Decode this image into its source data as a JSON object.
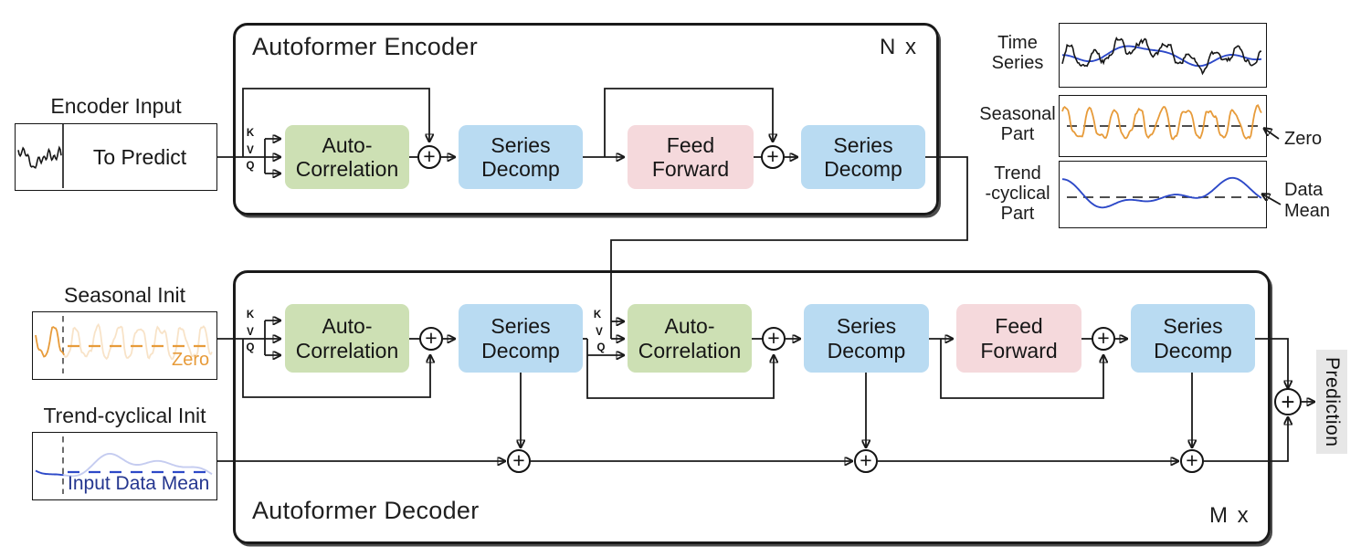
{
  "plus": "+",
  "colors": {
    "auto_correlation_green": "#cde0b4",
    "series_decomp_blue": "#b9dbf2",
    "feed_forward_pink": "#f5d9dc",
    "seasonal_orange": "#e79b3a",
    "trend_blue": "#2d49c8",
    "prediction_gray": "#e7e7e7",
    "init_text_blue": "#24368f"
  },
  "encoder_input": {
    "title": "Encoder Input",
    "label": "To Predict"
  },
  "encoder": {
    "title": "Autoformer Encoder",
    "repeat": "N x",
    "kvq": {
      "k": "K",
      "v": "V",
      "q": "Q"
    },
    "auto_correlation": "Auto-\nCorrelation",
    "series_decomp1": "Series\nDecomp",
    "feed_forward": "Feed\nForward",
    "series_decomp2": "Series\nDecomp"
  },
  "decomposition_panel": {
    "time_series_label": "Time\nSeries",
    "seasonal_label": "Seasonal\nPart",
    "trend_label": "Trend\n-cyclical\nPart",
    "zero_annotation": "Zero",
    "data_mean_annotation": "Data\nMean"
  },
  "decoder": {
    "title": "Autoformer Decoder",
    "repeat": "M x",
    "kvq": {
      "k": "K",
      "v": "V",
      "q": "Q"
    },
    "auto_correlation1": "Auto-\nCorrelation",
    "series_decomp1": "Series\nDecomp",
    "auto_correlation2": "Auto-\nCorrelation",
    "series_decomp2": "Series\nDecomp",
    "feed_forward": "Feed\nForward",
    "series_decomp3": "Series\nDecomp"
  },
  "seasonal_init": {
    "title": "Seasonal Init",
    "annotation": "Zero"
  },
  "trend_init": {
    "title": "Trend-cyclical Init",
    "annotation": "Input Data Mean"
  },
  "output": {
    "label": "Prediction"
  }
}
